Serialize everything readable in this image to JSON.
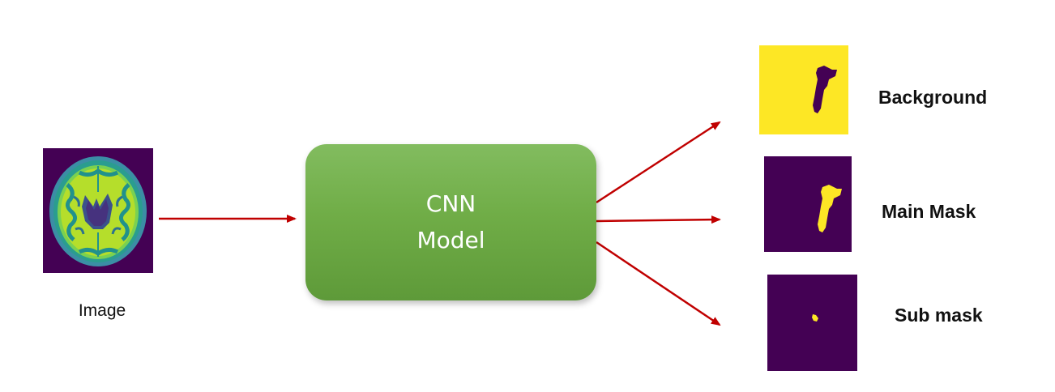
{
  "input": {
    "label": "Image"
  },
  "model": {
    "line1": "CNN",
    "line2": "Model"
  },
  "outputs": [
    {
      "label": "Background"
    },
    {
      "label": "Main Mask"
    },
    {
      "label": "Sub mask"
    }
  ],
  "colors": {
    "arrow": "#c00000",
    "model_fill": "#70ad47",
    "mask_dark": "#440154",
    "mask_light": "#fde725",
    "brain_teal": "#21918c",
    "brain_green": "#5ec962",
    "brain_yellow": "#d9e634"
  }
}
